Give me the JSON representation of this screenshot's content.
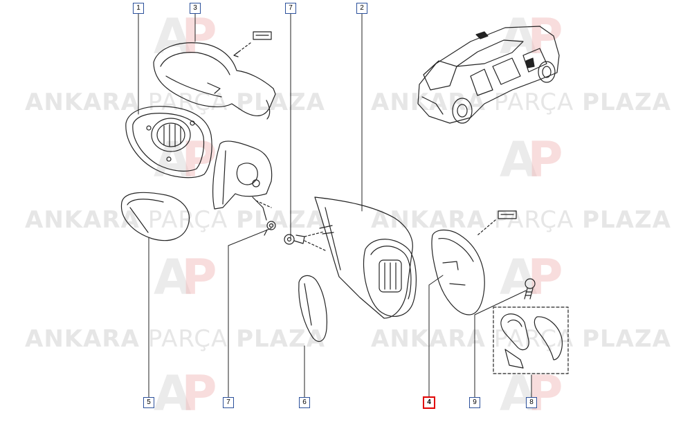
{
  "callouts": [
    {
      "label": "1",
      "highlight": false
    },
    {
      "label": "3",
      "highlight": false
    },
    {
      "label": "7",
      "highlight": false
    },
    {
      "label": "2",
      "highlight": false
    },
    {
      "label": "5",
      "highlight": false
    },
    {
      "label": "7",
      "highlight": false
    },
    {
      "label": "6",
      "highlight": false
    },
    {
      "label": "4",
      "highlight": true
    },
    {
      "label": "9",
      "highlight": false
    },
    {
      "label": "8",
      "highlight": false
    }
  ],
  "watermark": {
    "word1": "ANKARA",
    "word2": "PARÇA",
    "word3": "PLAZA",
    "logo_a": "A",
    "logo_p": "P"
  },
  "colors": {
    "callout_border": "#2a4f9a",
    "highlight_border": "#e00000",
    "line": "#222222"
  }
}
